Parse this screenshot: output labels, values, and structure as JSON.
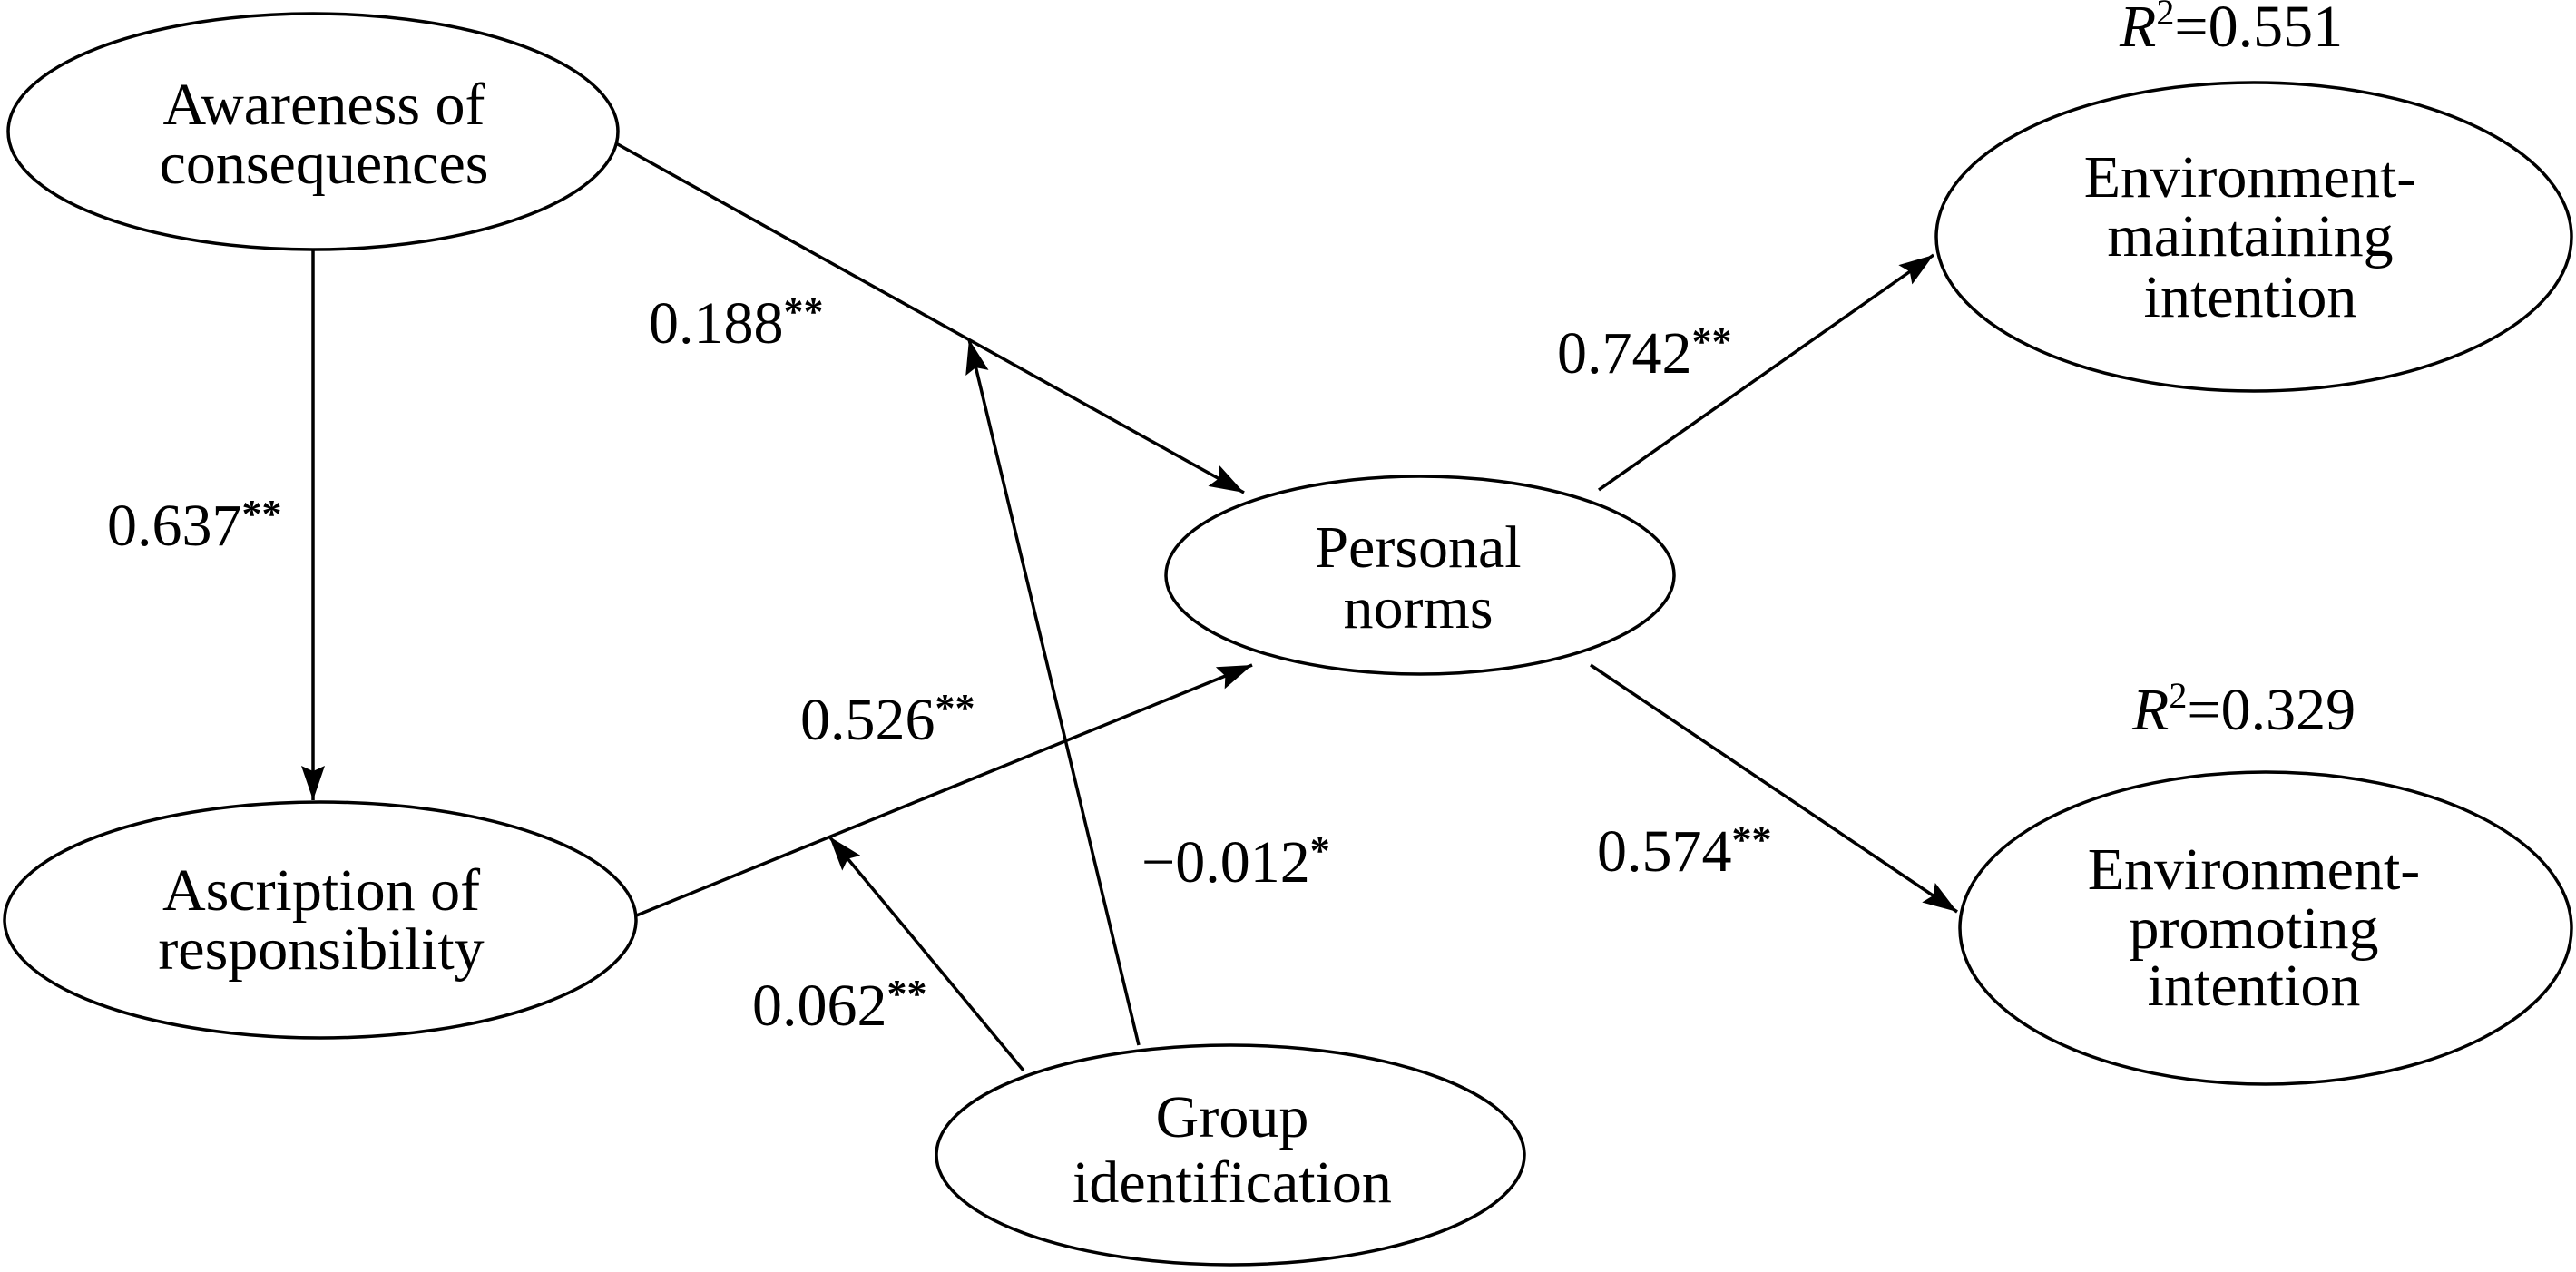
{
  "diagram": {
    "nodes": {
      "awareness": {
        "lines": [
          "Awareness of",
          "consequences"
        ]
      },
      "ascription": {
        "lines": [
          "Ascription of",
          "responsibility"
        ]
      },
      "personal_norms": {
        "lines": [
          "Personal",
          "norms"
        ]
      },
      "maintaining": {
        "lines": [
          "Environment-",
          "maintaining",
          "intention"
        ],
        "r_squared": {
          "symbol": "R",
          "exponent": "2",
          "relation": "=",
          "value": "0.551"
        }
      },
      "promoting": {
        "lines": [
          "Environment-",
          "promoting",
          "intention"
        ],
        "r_squared": {
          "symbol": "R",
          "exponent": "2",
          "relation": "=",
          "value": "0.329"
        }
      },
      "group": {
        "lines": [
          "Group",
          "identification"
        ]
      }
    },
    "edges": {
      "awareness_to_personal_norms": {
        "coefficient": "0.188",
        "significance": "**"
      },
      "awareness_to_ascription": {
        "coefficient": "0.637",
        "significance": "**"
      },
      "ascription_to_personal_norms": {
        "coefficient": "0.526",
        "significance": "**"
      },
      "group_moderates_awareness_path": {
        "coefficient": "−0.012",
        "significance": "*"
      },
      "group_moderates_ascription_path": {
        "coefficient": "0.062",
        "significance": "**"
      },
      "personal_norms_to_maintaining": {
        "coefficient": "0.742",
        "significance": "**"
      },
      "personal_norms_to_promoting": {
        "coefficient": "0.574",
        "significance": "**"
      }
    }
  },
  "colors": {
    "line": "#000000",
    "background": "#ffffff"
  }
}
